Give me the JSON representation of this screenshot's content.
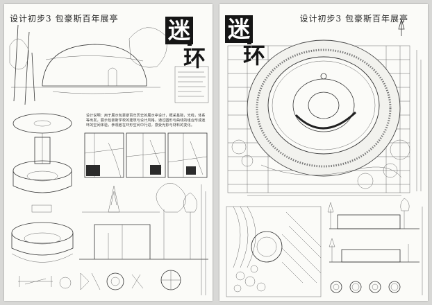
{
  "left_sheet": {
    "header": "设计初步3 包豪斯百年展亭",
    "title_char_1": "迷",
    "title_char_2": "环",
    "description": "设计说明：用于展示包豪斯百年历史的展示亭设计，概采基础，光线，体系等出发，展示包豪斯学校的建筑与设计风格，通过圆形与曲线的组合形成迷环的空间体验，参观者在环形空间中行进，感受光影与材料的变化。"
  },
  "right_sheet": {
    "header": "设计初步3 包豪斯百年展亭",
    "title_char_1": "迷",
    "title_char_2": "环"
  },
  "colors": {
    "paper": "#fbfbf8",
    "ink": "#151515",
    "background": "#d8d8d6"
  }
}
